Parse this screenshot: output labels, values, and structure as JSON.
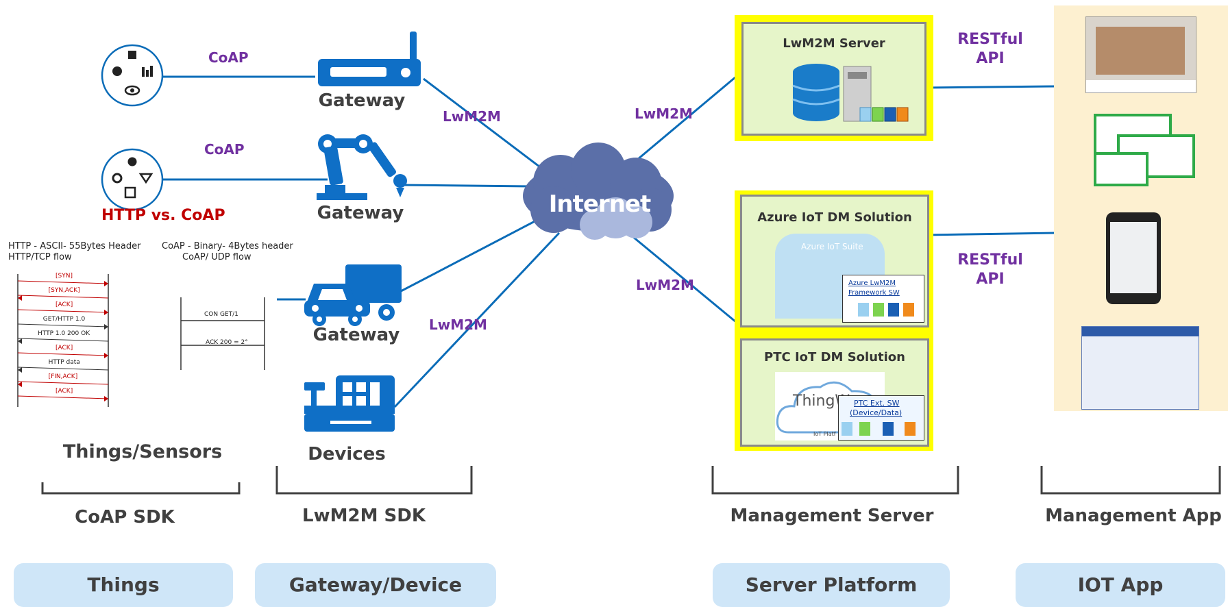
{
  "things": {
    "coap_top": "CoAP",
    "coap_mid": "CoAP",
    "http_vs_coap": "HTTP vs. CoAP",
    "http_header_line1": "HTTP - ASCII- 55Bytes Header",
    "http_header_line2": "HTTP/TCP flow",
    "coap_header_line1": "CoAP - Binary- 4Bytes header",
    "coap_header_line2": "CoAP/ UDP flow",
    "http_flow": [
      "[SYN]",
      "[SYN,ACK]",
      "[ACK]",
      "GET/HTTP 1.0",
      "HTTP 1.0 200 OK",
      "[ACK]",
      "HTTP data",
      "[FIN,ACK]",
      "[ACK]"
    ],
    "coap_flow": [
      "CON GET/1",
      "ACK 200 = 2°"
    ],
    "things_sensors": "Things/Sensors",
    "coap_sdk": "CoAP SDK",
    "pill": "Things"
  },
  "gateway": {
    "gateway1": "Gateway",
    "gateway2": "Gateway",
    "gateway3": "Gateway",
    "devices": "Devices",
    "lwm2m_sdk": "LwM2M SDK",
    "pill": "Gateway/Device"
  },
  "links": {
    "lwm2m_gw1": "LwM2M",
    "lwm2m_devices": "LwM2M",
    "lwm2m_server1": "LwM2M",
    "lwm2m_server2": "LwM2M"
  },
  "cloud": {
    "label": "Internet"
  },
  "server": {
    "lwm2m_server": "LwM2M Server",
    "azure_title": "Azure IoT DM Solution",
    "azure_suite": "Azure IoT Suite",
    "azure_sw_line1": "Azure LwM2M",
    "azure_sw_line2": "Framework SW",
    "ptc_title": "PTC IoT DM Solution",
    "ptc_logo": "ThingW",
    "ptc_sw_line1": "PTC Ext. SW",
    "ptc_sw_line2": "(Device/Data)",
    "ptc_platform": "IoT Platf",
    "management_server": "Management Server",
    "pill": "Server Platform"
  },
  "api": {
    "restful_top_1": "RESTful",
    "restful_top_2": "API",
    "restful_bottom_1": "RESTful",
    "restful_bottom_2": "API"
  },
  "app": {
    "management_app": "Management App",
    "pill": "IOT App"
  },
  "colors": {
    "line_blue": "#0b6cb8",
    "icon_blue": "#0f6fc6",
    "purple": "#7030a0",
    "red": "#c00000",
    "pill_bg": "#cfe6f8",
    "highlight": "#ffff00",
    "box_green": "#e6f5c9",
    "app_panel": "#fdf0d0"
  }
}
